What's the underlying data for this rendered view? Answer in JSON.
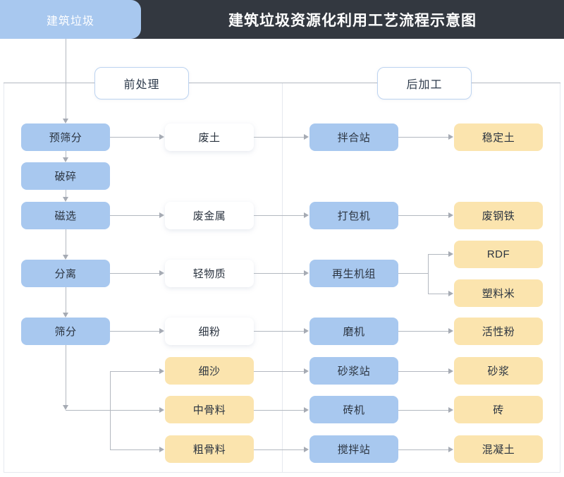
{
  "header": {
    "title": "建筑垃圾资源化利用工艺流程示意图",
    "source_tab": "建筑垃圾",
    "bar_color": "#333840",
    "tab_color": "#a8c8ef"
  },
  "stages": {
    "pre": "前处理",
    "post": "后加工"
  },
  "colors": {
    "process_blue": "#a8c8ef",
    "intermediate_white": "#ffffff",
    "product_yellow": "#fbe4ae",
    "connector_gray": "#b3b8c0",
    "text_dark": "#2b3440"
  },
  "nodes": {
    "pre_process": [
      {
        "label": "预筛分",
        "type": "process"
      },
      {
        "label": "破碎",
        "type": "process"
      },
      {
        "label": "磁选",
        "type": "process"
      },
      {
        "label": "分离",
        "type": "process"
      },
      {
        "label": "筛分",
        "type": "process"
      }
    ],
    "intermediates": [
      {
        "label": "废土",
        "type": "intermediate"
      },
      {
        "label": "废金属",
        "type": "intermediate"
      },
      {
        "label": "轻物质",
        "type": "intermediate"
      },
      {
        "label": "细粉",
        "type": "intermediate"
      },
      {
        "label": "细沙",
        "type": "aggregate"
      },
      {
        "label": "中骨料",
        "type": "aggregate"
      },
      {
        "label": "粗骨料",
        "type": "aggregate"
      }
    ],
    "post_process": [
      {
        "label": "拌合站",
        "type": "process"
      },
      {
        "label": "打包机",
        "type": "process"
      },
      {
        "label": "再生机组",
        "type": "process"
      },
      {
        "label": "磨机",
        "type": "process"
      },
      {
        "label": "砂浆站",
        "type": "process"
      },
      {
        "label": "砖机",
        "type": "process"
      },
      {
        "label": "搅拌站",
        "type": "process"
      }
    ],
    "products": [
      {
        "label": "稳定土",
        "type": "product"
      },
      {
        "label": "废钢铁",
        "type": "product"
      },
      {
        "label": "RDF",
        "type": "product"
      },
      {
        "label": "塑料米",
        "type": "product"
      },
      {
        "label": "活性粉",
        "type": "product"
      },
      {
        "label": "砂浆",
        "type": "product"
      },
      {
        "label": "砖",
        "type": "product"
      },
      {
        "label": "混凝土",
        "type": "product"
      }
    ]
  }
}
